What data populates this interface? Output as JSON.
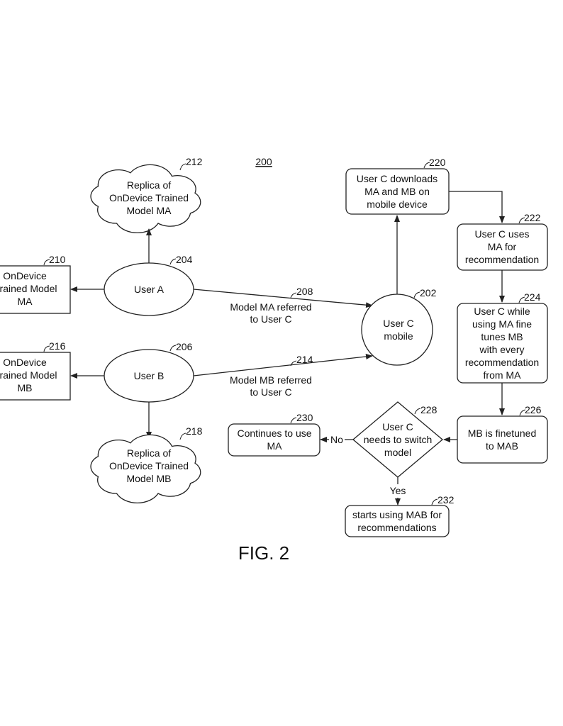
{
  "figure_number": "200",
  "caption": "FIG. 2",
  "nodes": {
    "replica_ma": {
      "ref": "212",
      "lines": [
        "Replica of",
        "OnDevice Trained",
        "Model MA"
      ]
    },
    "model_ma": {
      "ref": "210",
      "lines": [
        "OnDevice",
        "rained Model",
        "MA"
      ]
    },
    "user_a": {
      "ref": "204",
      "label": "User A"
    },
    "user_b": {
      "ref": "206",
      "label": "User B"
    },
    "model_mb": {
      "ref": "216",
      "lines": [
        "OnDevice",
        "rained Model",
        "MB"
      ]
    },
    "replica_mb": {
      "ref": "218",
      "lines": [
        "Replica of",
        "OnDevice Trained",
        "Model MB"
      ]
    },
    "user_c": {
      "ref": "202",
      "lines": [
        "User C",
        "mobile"
      ]
    },
    "download": {
      "ref": "220",
      "lines": [
        "User C downloads",
        "MA and MB on",
        "mobile device"
      ]
    },
    "uses_ma": {
      "ref": "222",
      "lines": [
        "User C uses",
        "MA for",
        "recommendation"
      ]
    },
    "finetunes": {
      "ref": "224",
      "lines": [
        "User C while",
        "using MA fine",
        "tunes MB",
        "with every",
        "recommendation",
        "from MA"
      ]
    },
    "finetuned": {
      "ref": "226",
      "lines": [
        "MB is finetuned",
        "to MAB"
      ]
    },
    "decision": {
      "ref": "228",
      "lines": [
        "User C",
        "needs to switch",
        "model"
      ]
    },
    "continue_ma": {
      "ref": "230",
      "lines": [
        "Continues to use",
        "MA"
      ]
    },
    "start_mab": {
      "ref": "232",
      "lines": [
        "starts using MAB for",
        "recommendations"
      ]
    }
  },
  "edges": {
    "ma_referral": {
      "ref": "208",
      "lines": [
        "Model MA referred",
        "to User C"
      ]
    },
    "mb_referral": {
      "ref": "214",
      "lines": [
        "Model MB referred",
        "to User C"
      ]
    },
    "no_label": "No",
    "yes_label": "Yes"
  }
}
